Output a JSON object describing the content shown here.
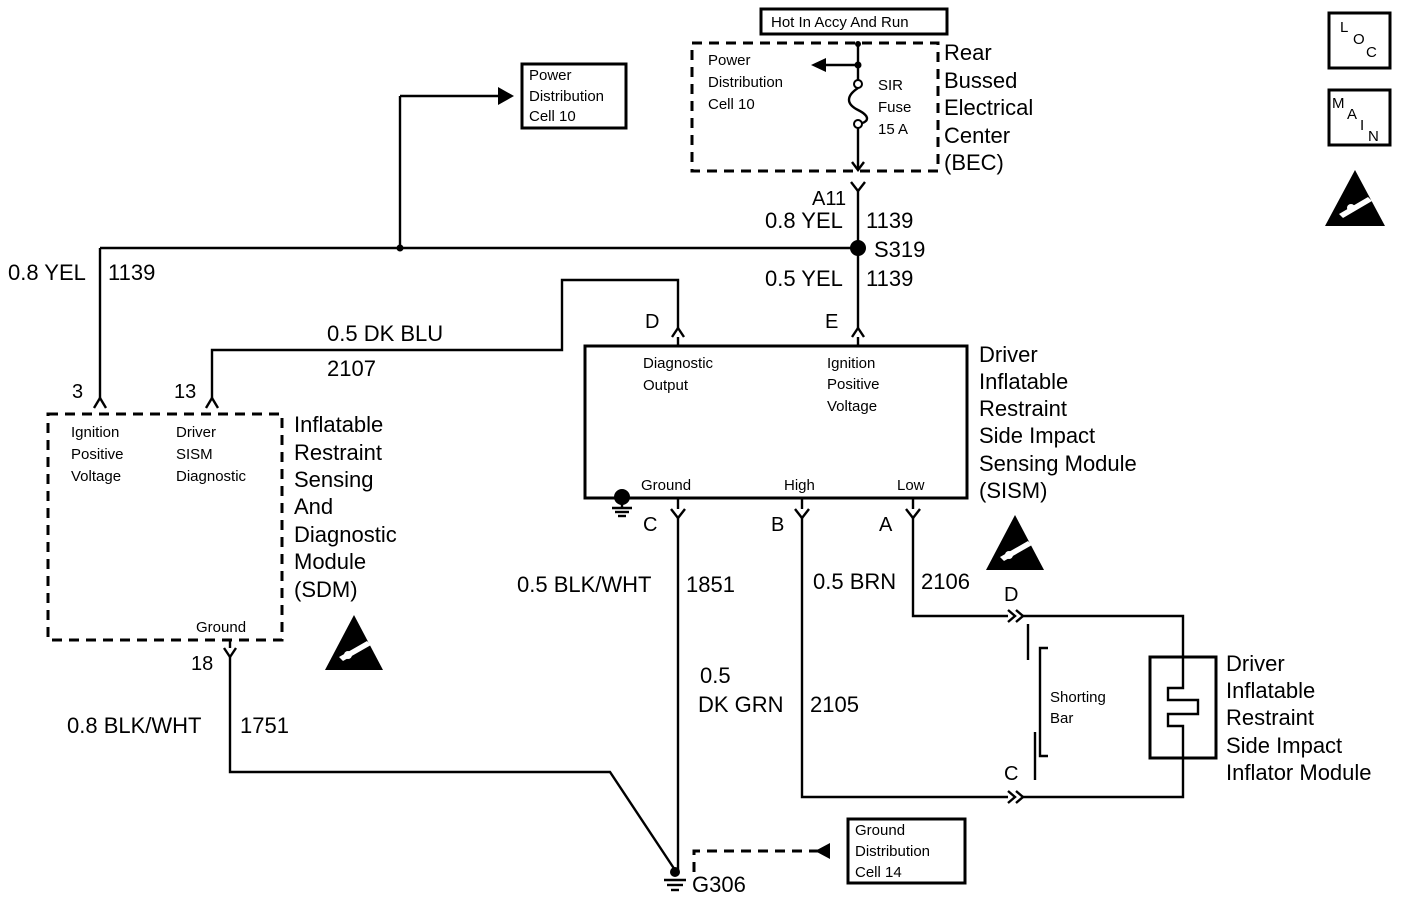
{
  "labels": {
    "hot_in": "Hot In Accy And Run",
    "pdc_top_l1": "Power",
    "pdc_top_l2": "Distribution",
    "pdc_top_l3": "Cell 10",
    "bec_pdc_l1": "Power",
    "bec_pdc_l2": "Distribution",
    "bec_pdc_l3": "Cell 10",
    "fuse_l1": "SIR",
    "fuse_l2": "Fuse",
    "fuse_l3": "15 A",
    "bec_l1": "Rear",
    "bec_l2": "Bussed",
    "bec_l3": "Electrical",
    "bec_l4": "Center",
    "bec_l5": "(BEC)",
    "conn_a11": "A11",
    "wire_top_size": "0.8 YEL",
    "wire_top_circuit": "1139",
    "splice": "S319",
    "wire_mid_size": "0.5 YEL",
    "wire_mid_circuit": "1139",
    "wire_left_size": "0.8 YEL",
    "wire_left_circuit": "1139",
    "wire_blu_size": "0.5 DK BLU",
    "wire_blu_circuit": "2107",
    "pin_d": "D",
    "pin_e": "E",
    "pin_3": "3",
    "pin_13": "13",
    "pin_18": "18",
    "pin_c": "C",
    "pin_b": "B",
    "pin_a": "A",
    "sism_diag_l1": "Diagnostic",
    "sism_diag_l2": "Output",
    "sism_ign_l1": "Ignition",
    "sism_ign_l2": "Positive",
    "sism_ign_l3": "Voltage",
    "sism_ground": "Ground",
    "sism_high": "High",
    "sism_low": "Low",
    "sism_l1": "Driver",
    "sism_l2": "Inflatable",
    "sism_l3": "Restraint",
    "sism_l4": "Side Impact",
    "sism_l5": "Sensing Module",
    "sism_l6": "(SISM)",
    "sdm_ign_l1": "Ignition",
    "sdm_ign_l2": "Positive",
    "sdm_ign_l3": "Voltage",
    "sdm_diag_l1": "Driver",
    "sdm_diag_l2": "SISM",
    "sdm_diag_l3": "Diagnostic",
    "sdm_ground": "Ground",
    "sdm_l1": "Inflatable",
    "sdm_l2": "Restraint",
    "sdm_l3": "Sensing",
    "sdm_l4": "And",
    "sdm_l5": "Diagnostic",
    "sdm_l6": "Module",
    "sdm_l7": "(SDM)",
    "wire_blkwht_size": "0.5 BLK/WHT",
    "wire_blkwht_circuit": "1851",
    "wire_brn_size": "0.5 BRN",
    "wire_brn_circuit": "2106",
    "wire_grn_l1": "0.5",
    "wire_grn_l2": "DK GRN",
    "wire_grn_circuit": "2105",
    "wire_sdm_gnd_size": "0.8 BLK/WHT",
    "wire_sdm_gnd_circuit": "1751",
    "conn_d": "D",
    "conn_c": "C",
    "shorting_l1": "Shorting",
    "shorting_l2": "Bar",
    "inflator_l1": "Driver",
    "inflator_l2": "Inflatable",
    "inflator_l3": "Restraint",
    "inflator_l4": "Side Impact",
    "inflator_l5": "Inflator Module",
    "gdc_l1": "Ground",
    "gdc_l2": "Distribution",
    "gdc_l3": "Cell 14",
    "ground_point": "G306",
    "loc_text": "LOC",
    "main_text": "MAIN",
    "esd_icon_name": "esd-warning-icon"
  }
}
